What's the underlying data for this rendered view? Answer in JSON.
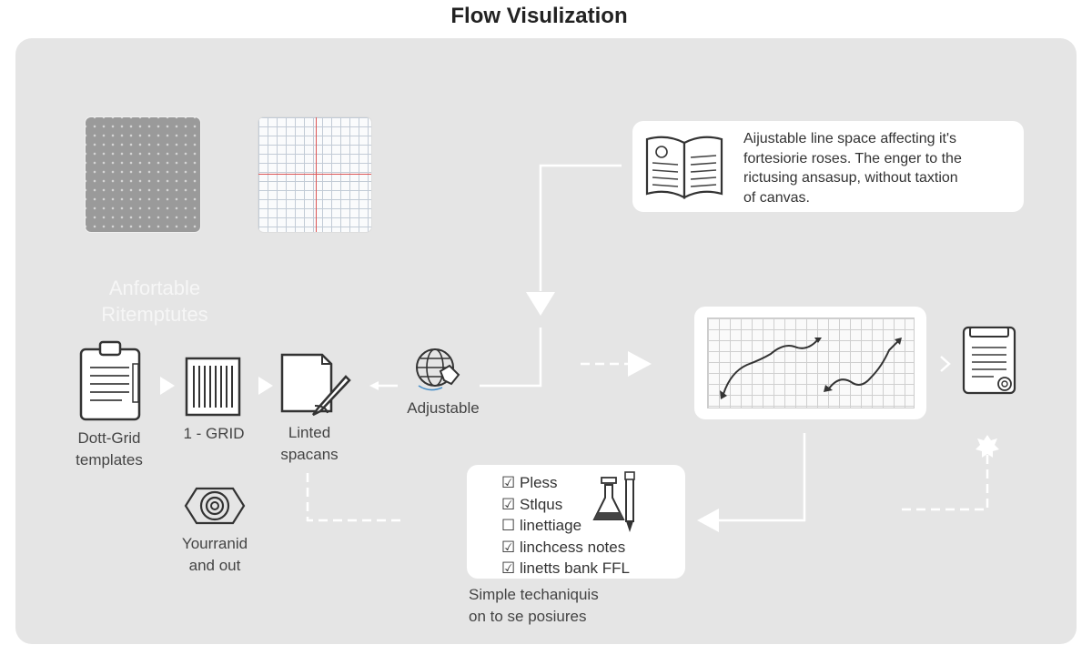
{
  "title": "Flow Visulization",
  "faded_heading": [
    "Anfortable",
    "Ritemptutes"
  ],
  "steps": {
    "clipboard": [
      "Dott-Grid",
      "templates"
    ],
    "grid": "1 - GRID",
    "lined": [
      "Linted",
      "spacans"
    ],
    "adjustable": "Adjustable",
    "output": [
      "Yourranid",
      "and out"
    ]
  },
  "info_card": {
    "lines": [
      "Aijustable line space affecting it's",
      "fortesiorie roses. The enger to the",
      "rictusing ansasup, without taxtion",
      "of canvas."
    ]
  },
  "checklist": {
    "items": [
      {
        "label": "Pless",
        "checked": true
      },
      {
        "label": "Stlqus",
        "checked": true
      },
      {
        "label": "linettiage",
        "checked": false
      },
      {
        "label": "linchcess notes",
        "checked": true
      },
      {
        "label": "linetts bank FFL",
        "checked": true
      }
    ],
    "caption": [
      "Simple techaniquis",
      "on to se posiures"
    ]
  },
  "colors": {
    "panel": "#e5e5e5",
    "arrow": "#ffffff",
    "accent_red": "#dd5555",
    "text": "#444444"
  },
  "icons": [
    "clipboard-icon",
    "grid-sheet-icon",
    "page-pen-icon",
    "globe-hand-icon",
    "open-book-icon",
    "report-icon",
    "lens-icon",
    "flask-icon",
    "pen-icon",
    "gear-icon"
  ]
}
